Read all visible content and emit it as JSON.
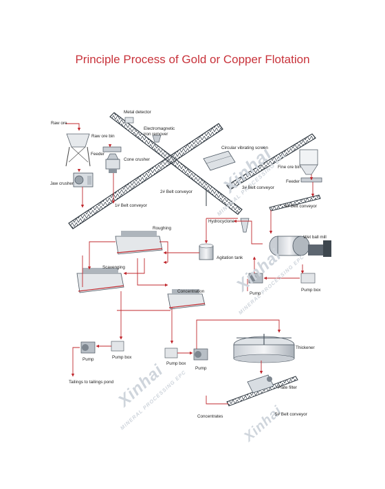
{
  "title": "Principle Process of Gold or Copper Flotation",
  "colors": {
    "title": "#c8323a",
    "flow_arrow": "#c0282e",
    "steel": "#4a5560"
  },
  "labels": {
    "raw_ore": "Raw ore",
    "raw_ore_bin": "Raw ore bin",
    "metal_detector": "Metal detector",
    "electromagnetic_iron_remover": "Electromagnetic\niron remover",
    "feeder_1": "Feeder",
    "cone_crusher": "Cone crusher",
    "jaw_crusher": "Jaw crusher",
    "belt_conveyor_1": "1# Belt conveyor",
    "belt_conveyor_2": "2# Belt conveyor",
    "circular_vibrating_screen": "Circular vibrating screen",
    "belt_conveyor_3": "3# Belt conveyor",
    "fine_ore_bin": "Fine ore bin",
    "feeder_2": "Feeder",
    "belt_conveyor_4": "4# Belt conveyor",
    "hydrocyclone": "Hydrocyclone",
    "roughing": "Roughing",
    "wet_ball_mill": "Wet ball mill",
    "agitation_tank": "Agitation tank",
    "scavenging": "Scavenging",
    "concentration": "Concentration",
    "pump_1": "Pump",
    "pump_box_1": "Pump box",
    "pump_2": "Pump",
    "pump_box_2": "Pump box",
    "tailings": "Tailings to tailings pond",
    "pump_box_3": "Pump box",
    "pump_3": "Pump",
    "thickener": "Thickener",
    "plate_filter": "Plate filter",
    "concentrates": "Concentrates",
    "belt_conveyor_5": "5# Belt conveyor"
  },
  "watermarks": {
    "brand": "Xinhai",
    "tagline": "MINERAL PROCESSING EPC"
  }
}
